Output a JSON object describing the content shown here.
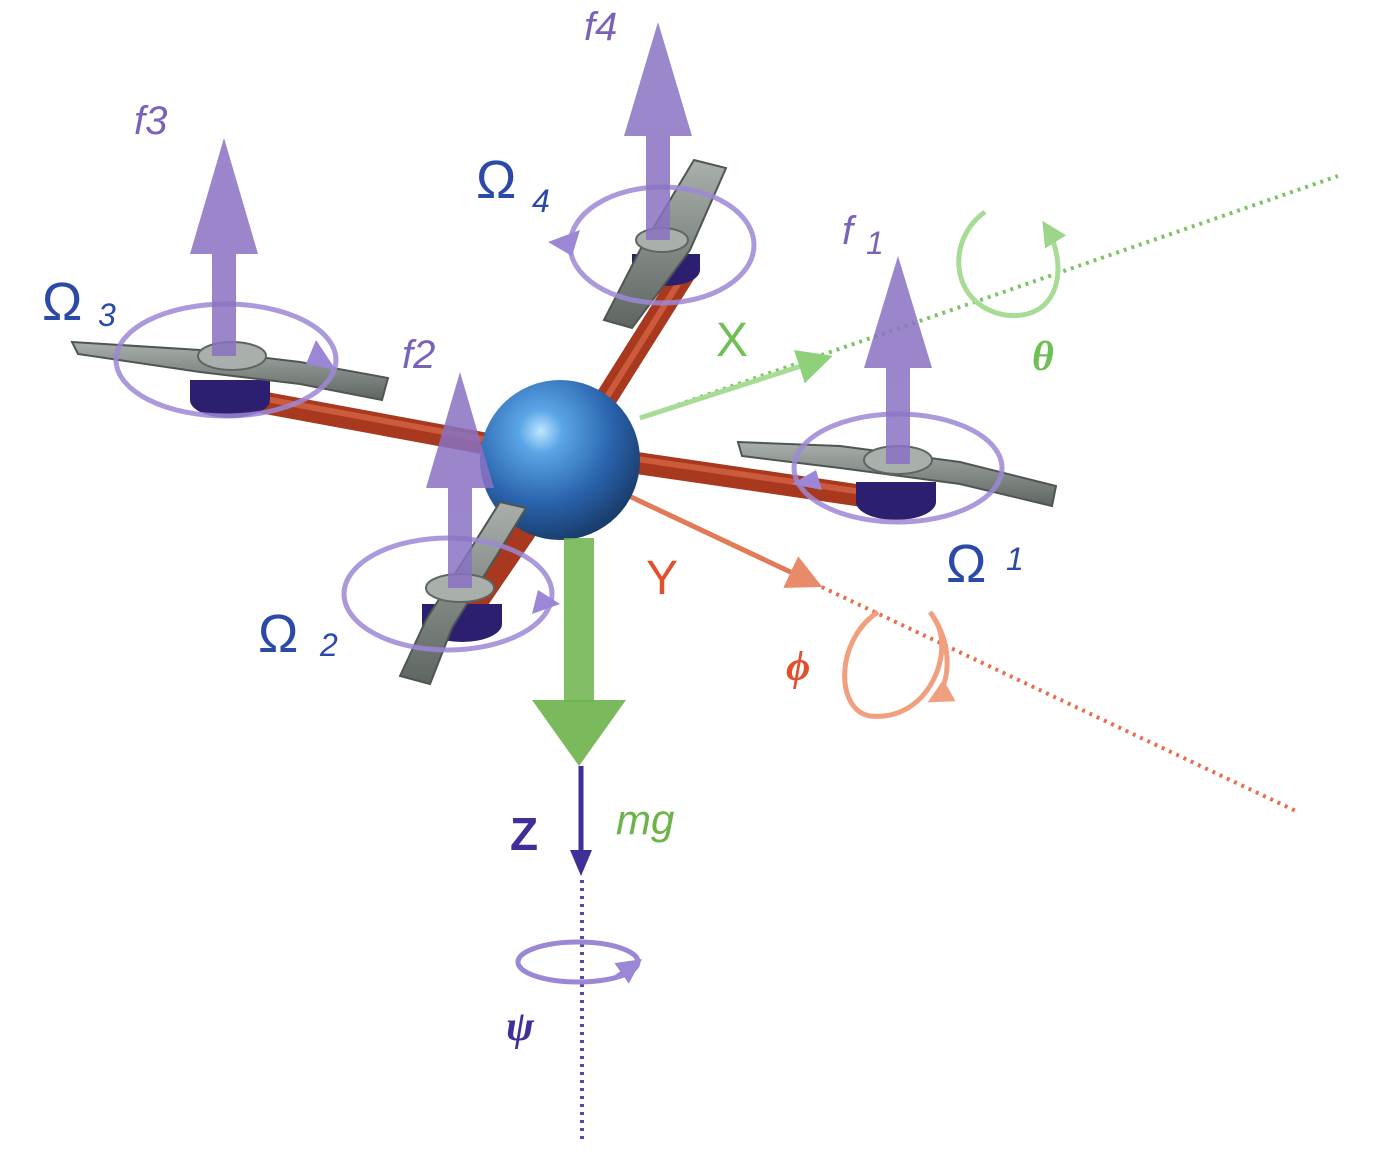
{
  "labels": {
    "f1": "f",
    "f1_sub": "1",
    "f2": "f2",
    "f3": "f3",
    "f4": "f4",
    "omega": "Ω",
    "omega1_sub": "1",
    "omega2_sub": "2",
    "omega3_sub": "3",
    "omega4_sub": "4",
    "x_axis": "X",
    "y_axis": "Y",
    "z_axis": "Z",
    "theta": "θ",
    "phi": "ϕ",
    "psi": "ψ",
    "weight": "mg"
  },
  "colors": {
    "force": "#8a72c2",
    "force_dark": "#7a62b8",
    "omega_text": "#2b4aa8",
    "x_axis": "#6fbf55",
    "y_axis": "#e0502e",
    "z_axis": "#3f2f98",
    "arm": "#a8391e",
    "propeller": "#7d8480",
    "motor": "#2d1f70",
    "body": "#2d66b0",
    "weight_arrow": "#6cb34a"
  }
}
